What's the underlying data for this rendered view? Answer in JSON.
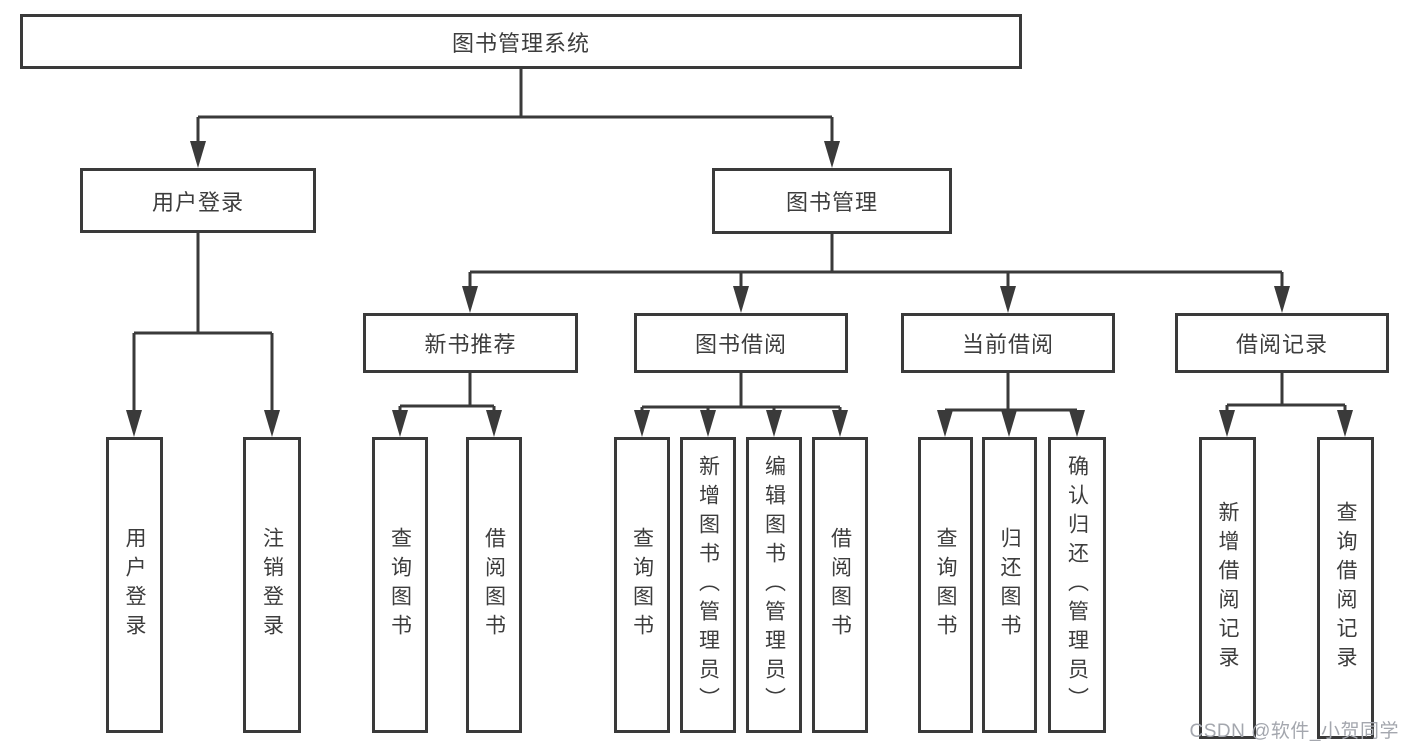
{
  "diagram": {
    "root": {
      "label": "图书管理系统"
    },
    "level2": {
      "user_login": {
        "label": "用户登录"
      },
      "book_mgmt": {
        "label": "图书管理"
      }
    },
    "level3": {
      "new_book_rec": {
        "label": "新书推荐"
      },
      "book_borrow": {
        "label": "图书借阅"
      },
      "current_borrow": {
        "label": "当前借阅"
      },
      "borrow_records": {
        "label": "借阅记录"
      }
    },
    "leaves": {
      "user_login": {
        "label": "用户登录",
        "parent": "用户登录"
      },
      "logout": {
        "label": "注销登录",
        "parent": "用户登录"
      },
      "rec_query_book": {
        "label": "查询图书",
        "parent": "新书推荐"
      },
      "rec_borrow_book": {
        "label": "借阅图书",
        "parent": "新书推荐"
      },
      "bb_query_book": {
        "label": "查询图书",
        "parent": "图书借阅"
      },
      "bb_add_book": {
        "label": "新增图书（管理员）",
        "parent": "图书借阅"
      },
      "bb_edit_book": {
        "label": "编辑图书（管理员）",
        "parent": "图书借阅"
      },
      "bb_borrow_book": {
        "label": "借阅图书",
        "parent": "图书借阅"
      },
      "cb_query_book": {
        "label": "查询图书",
        "parent": "当前借阅"
      },
      "cb_return_book": {
        "label": "归还图书",
        "parent": "当前借阅"
      },
      "cb_confirm_return": {
        "label": "确认归还（管理员）",
        "parent": "当前借阅"
      },
      "br_add_record": {
        "label": "新增借阅记录",
        "parent": "借阅记录"
      },
      "br_query_record": {
        "label": "查询借阅记录",
        "parent": "借阅记录"
      }
    }
  },
  "watermark": {
    "text": "CSDN @软件_小贺同学"
  },
  "colors": {
    "line": "#3a3a3a",
    "box_border": "#3a3a3a",
    "text": "#3d3d3d",
    "watermark": "#a4a7ae",
    "background": "#ffffff"
  }
}
